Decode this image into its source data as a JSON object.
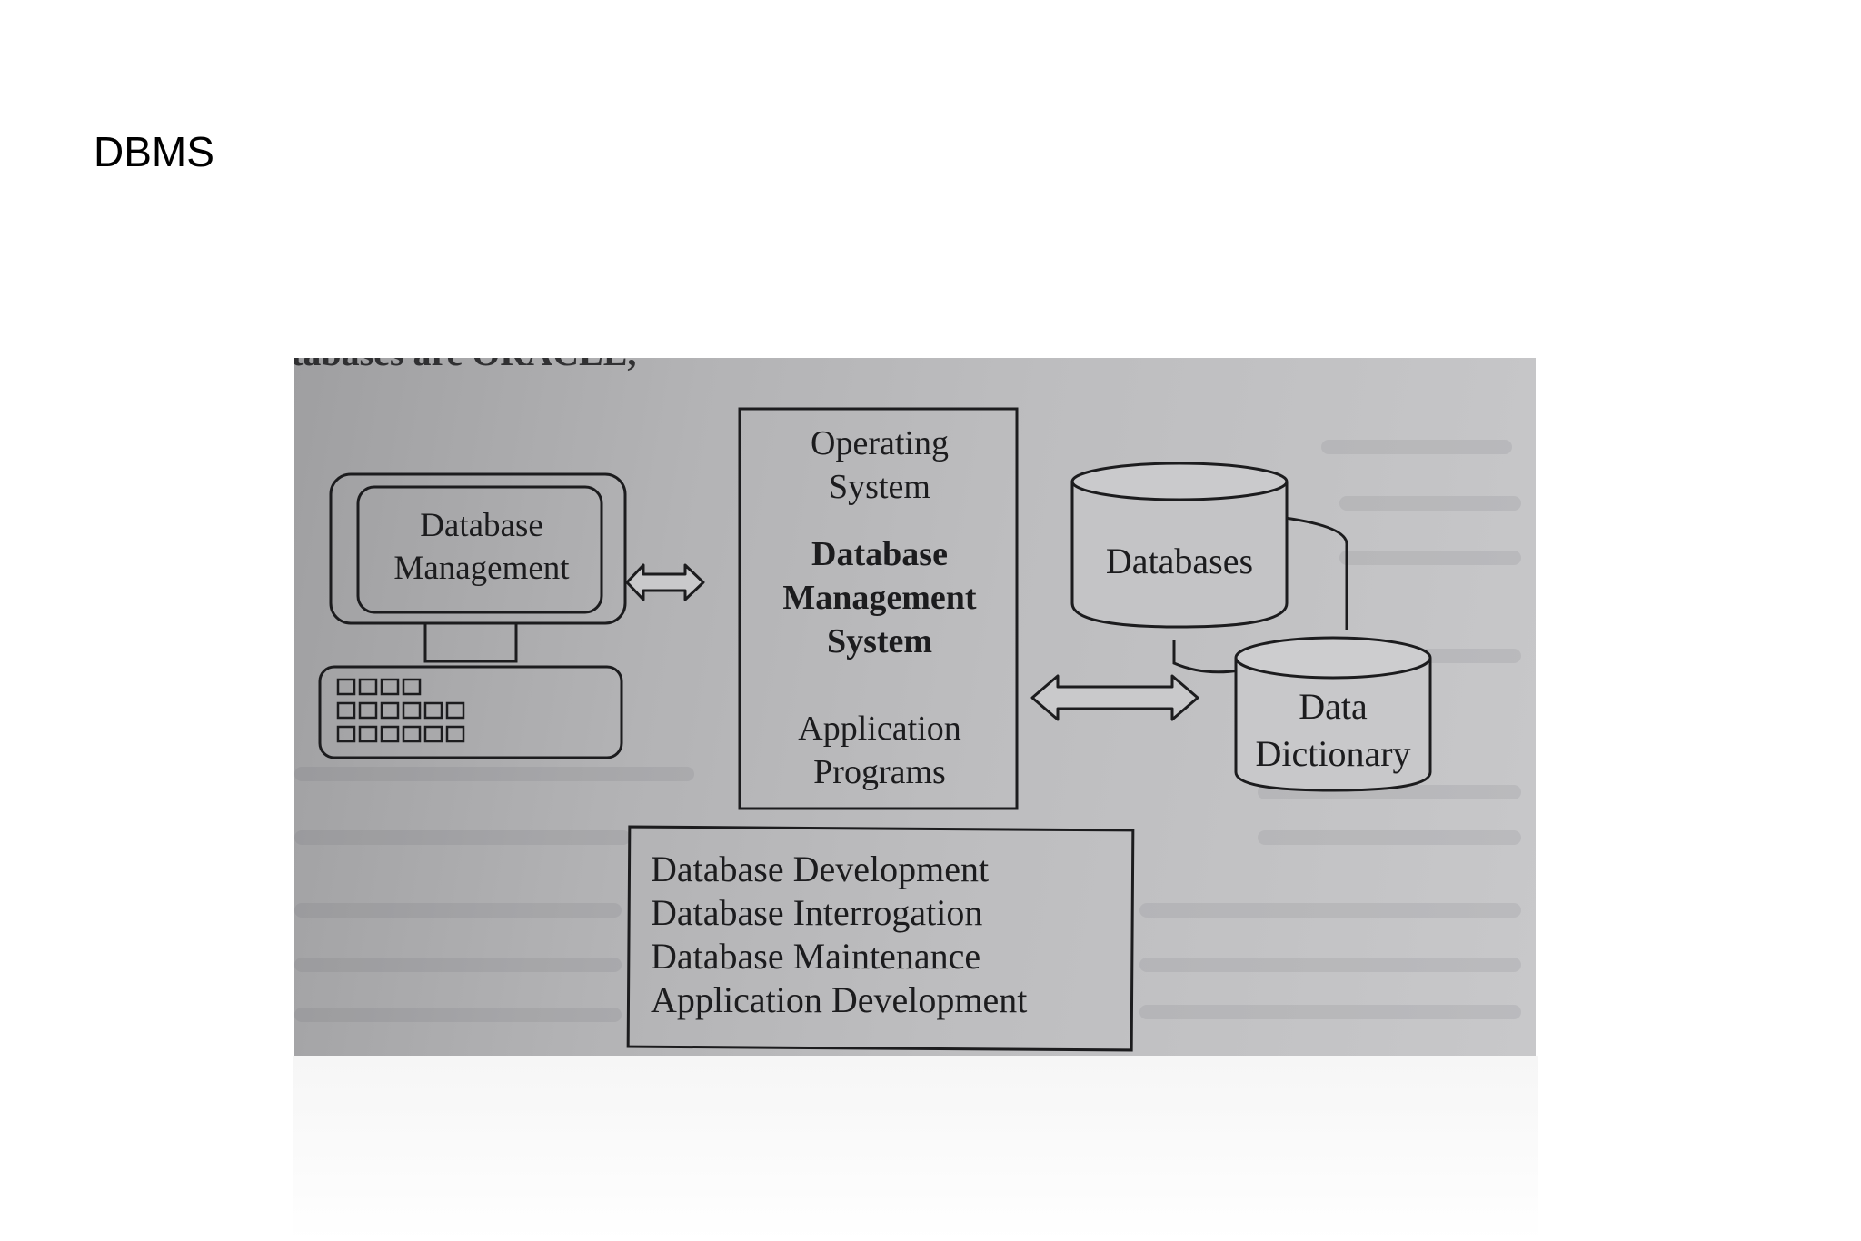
{
  "page": {
    "title": "DBMS"
  },
  "diagram": {
    "top_fragment": "tabases are ORACLE,",
    "computer": {
      "label_lines": [
        "Database",
        "Management"
      ]
    },
    "center_box": {
      "top_lines": [
        "Operating",
        "System"
      ],
      "middle_lines": [
        "Database",
        "Management",
        "System"
      ],
      "bottom_lines": [
        "Application",
        "Programs"
      ]
    },
    "cylinders": {
      "databases_label": "Databases",
      "dictionary_lines": [
        "Data",
        "Dictionary"
      ]
    },
    "functions_box": {
      "lines": [
        "Database Development",
        "Database Interrogation",
        "Database Maintenance",
        "Application Development"
      ]
    }
  }
}
